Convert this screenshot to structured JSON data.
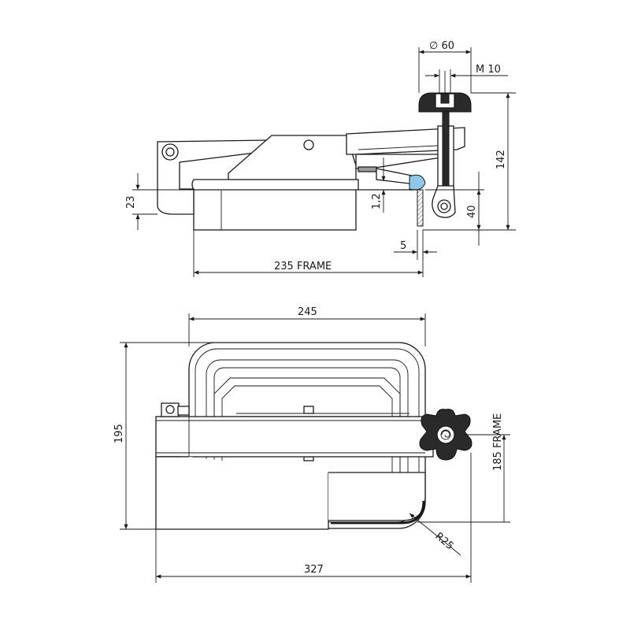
{
  "diagram": {
    "side_view": {
      "dimensions": {
        "knob_diameter": "∅ 60",
        "thread": "M  10",
        "total_height": "142",
        "left_height": "23",
        "gap": "1,2",
        "neck_height": "40",
        "wall_thickness": "5",
        "frame_width": "235  FRAME"
      }
    },
    "top_view": {
      "dimensions": {
        "overall_width": "245",
        "overall_depth": "195",
        "frame_depth": "185 FRAME",
        "radius": "R25",
        "overall_length": "327"
      }
    }
  }
}
